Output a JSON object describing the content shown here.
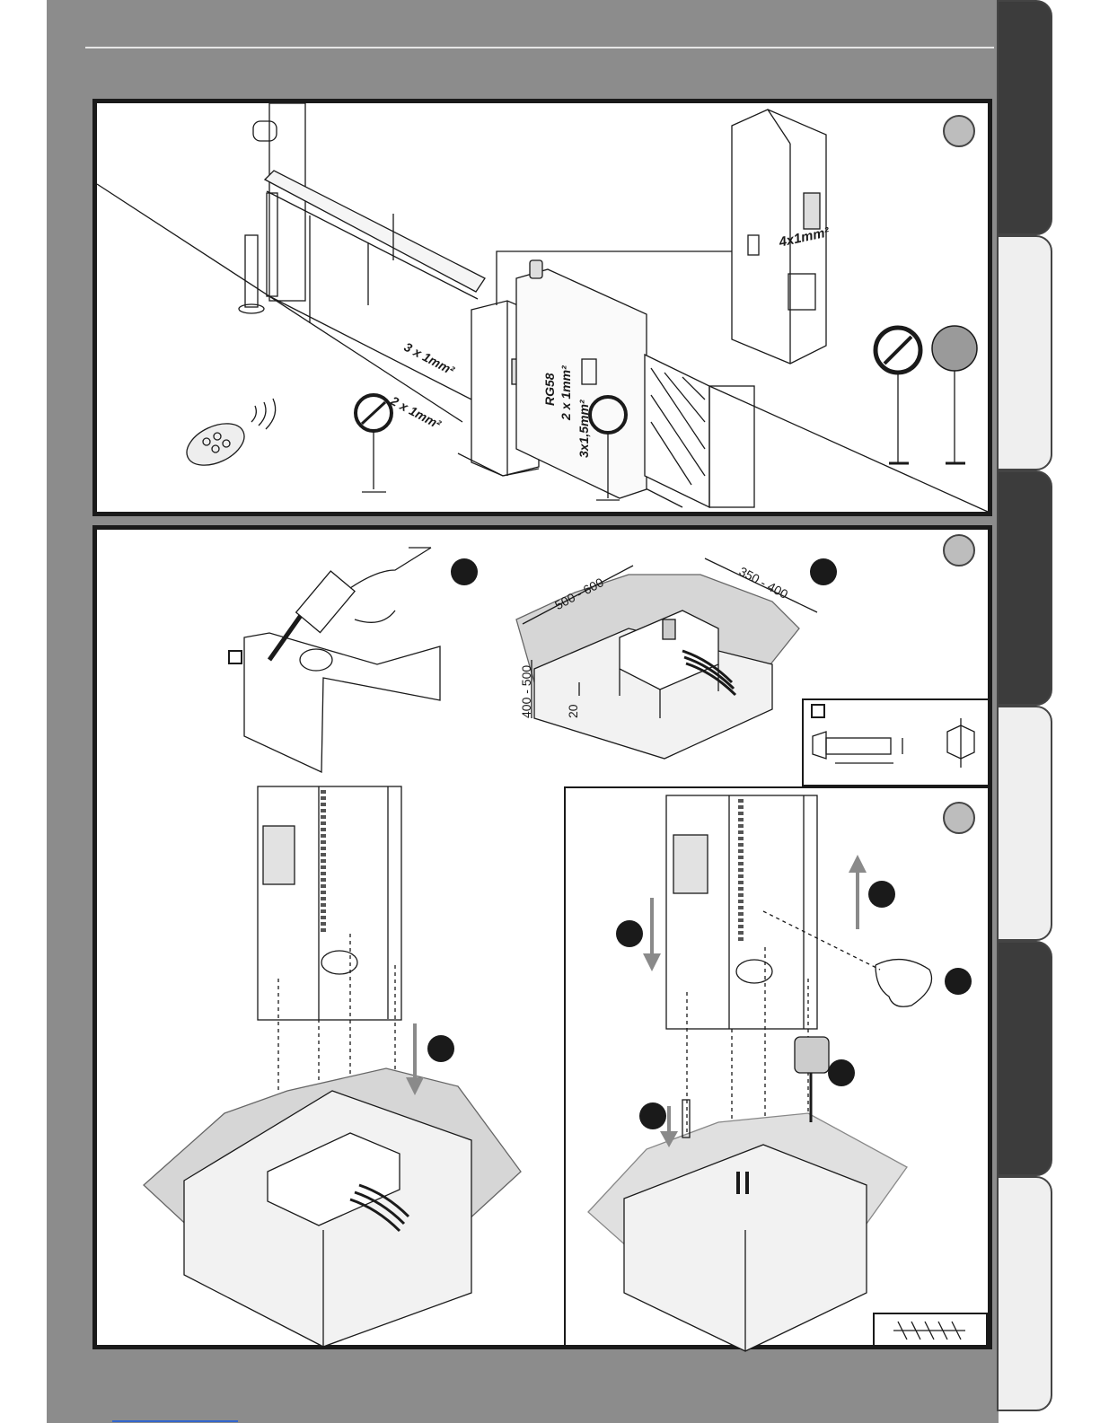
{
  "figure1": {
    "cable_beam": "3 x 1mm²",
    "cable_ground": "2 x 1mm²",
    "antenna": "RG58",
    "cable_lamp": "2 x 1mm²",
    "cable_power": "3x1,5mm²",
    "cable_panel": "4x1mm²"
  },
  "figure2": {
    "dim_width": "500 - 600",
    "dim_depth": "350 - 400",
    "dim_height": "400 - 500",
    "dim_offset": "20"
  },
  "colors": {
    "page": "#8c8c8c",
    "panel_border": "#1a1a1a",
    "badge": "#bdbdbd",
    "step": "#1a1a1a",
    "arrow": "#8a8a8a"
  }
}
